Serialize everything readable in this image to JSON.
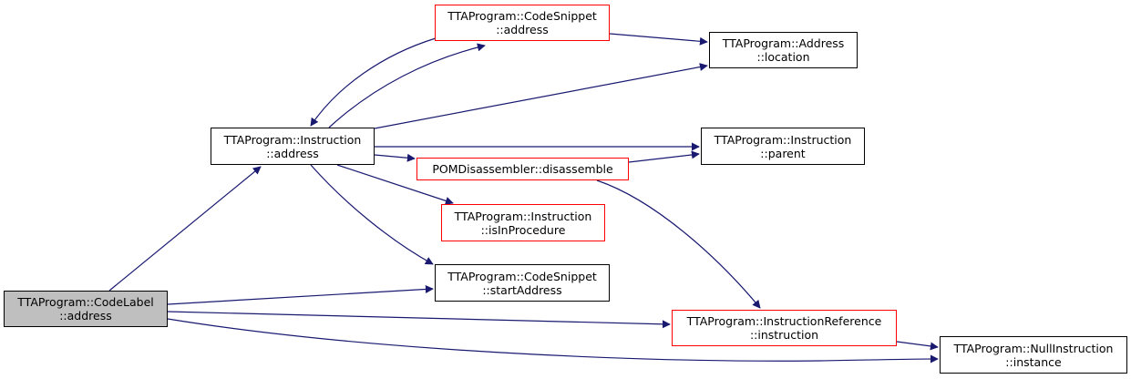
{
  "colors": {
    "edge": "#191970",
    "root_fill": "#bfbfbf",
    "red_border": "#ff0000"
  },
  "nodes": {
    "root": {
      "line1": "TTAProgram::CodeLabel",
      "line2": "::address"
    },
    "iaddr": {
      "line1": "TTAProgram::Instruction",
      "line2": "::address"
    },
    "csaddr": {
      "line1": "TTAProgram::CodeSnippet",
      "line2": "::address"
    },
    "loc": {
      "line1": "TTAProgram::Address",
      "line2": "::location"
    },
    "parent": {
      "line1": "TTAProgram::Instruction",
      "line2": "::parent"
    },
    "pom": {
      "line1": "POMDisassembler::disassemble"
    },
    "isin": {
      "line1": "TTAProgram::Instruction",
      "line2": "::isInProcedure"
    },
    "start": {
      "line1": "TTAProgram::CodeSnippet",
      "line2": "::startAddress"
    },
    "iref": {
      "line1": "TTAProgram::InstructionReference",
      "line2": "::instruction"
    },
    "null": {
      "line1": "TTAProgram::NullInstruction",
      "line2": "::instance"
    }
  }
}
